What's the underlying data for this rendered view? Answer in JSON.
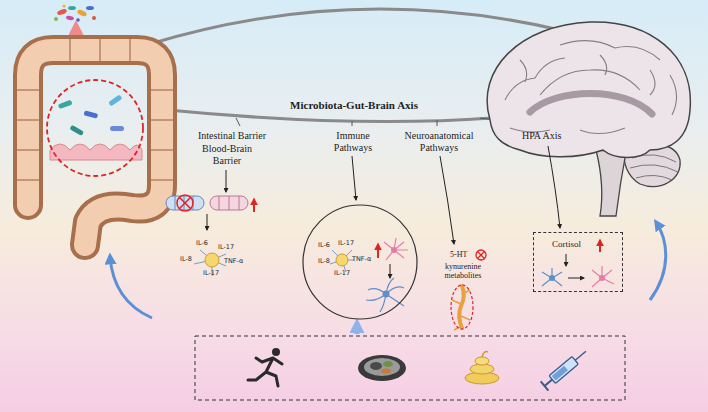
{
  "diagram": {
    "title": "Microbiota-Gut-Brain Axis",
    "nodes": [
      {
        "text": [
          "IL-6",
          "IL-17",
          "IL-8",
          "IL-17",
          "TNF-α"
        ]
      },
      {
        "text": [
          "Cortisol"
        ]
      }
    ],
    "labels": [
      "Intestinal Barrier",
      "Blood-Brain Barrier",
      "IL-6",
      "IL-17",
      "IL-8",
      "IL-17",
      "TNF-α",
      "Immune Pathways",
      "Neuroanatomical Pathways",
      "5-HT",
      "kynurenine metabolites",
      "HPA Axis"
    ]
  }
}
